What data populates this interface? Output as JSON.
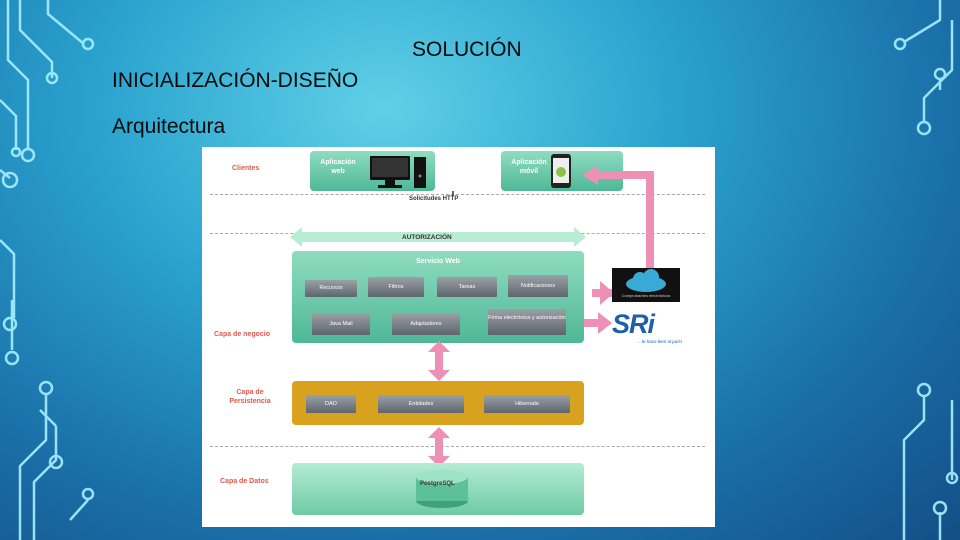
{
  "slide": {
    "title": "SOLUCIÓN",
    "subtitle": "INICIALIZACIÓN-DISEÑO",
    "section": "Arquitectura"
  },
  "diagram": {
    "layers": {
      "clientes": "Clientes",
      "negocio": "Capa de negocio",
      "persistencia": "Capa de Persistencia",
      "datos": "Capa de Datos"
    },
    "clients": {
      "web": "Aplicación web",
      "movil": "Aplicación móvil"
    },
    "http": "Solicitudes HTTP",
    "autorizacion": "AUTORIZACIÓN",
    "servicio_web": {
      "title": "Servicio Web",
      "row1": [
        "Recursos",
        "Filtros",
        "Tareas",
        "Notificaciones"
      ],
      "row2": [
        "Java Mail",
        "Adaptadores",
        "Firma electrónica y autorización"
      ]
    },
    "persistencia_items": [
      "DAO",
      "Entidades",
      "Hibernate"
    ],
    "database": "PostgreSQL",
    "logos": {
      "cloud_caption": "Comprobantes electrónicos",
      "sri": "SRi",
      "sri_caption": "...le hace bien al país!"
    },
    "colors": {
      "green": "#4fb896",
      "gold": "#d9a21e",
      "pink": "#ee8fb5",
      "layer_label": "#e0584b"
    }
  }
}
